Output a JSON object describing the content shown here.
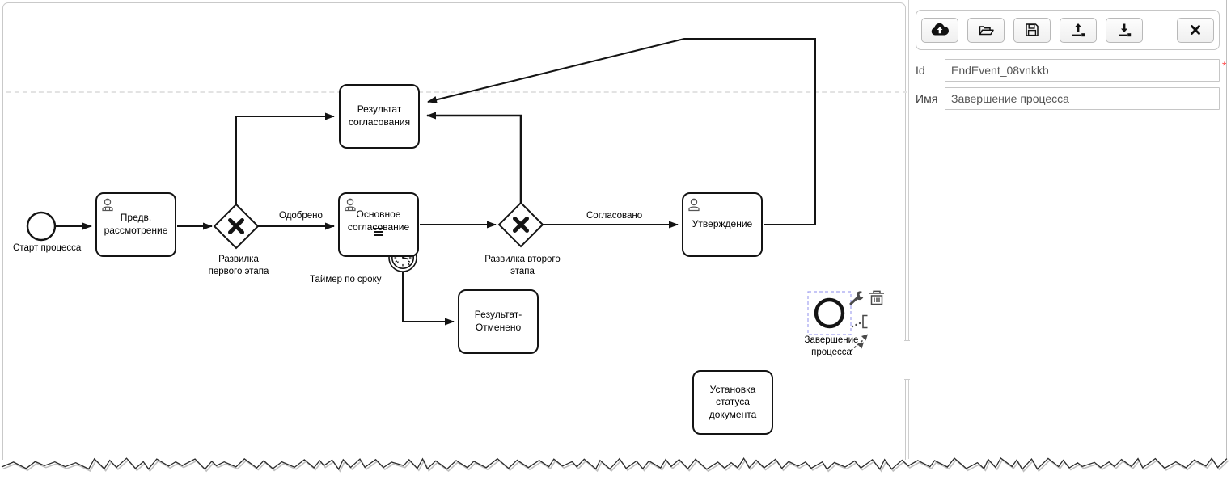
{
  "panel": {
    "toolbar": {
      "buttons": [
        {
          "icon": "cloud-upload-icon"
        },
        {
          "icon": "folder-open-icon"
        },
        {
          "icon": "save-icon"
        },
        {
          "icon": "upload-icon"
        },
        {
          "icon": "download-icon"
        }
      ],
      "close": {
        "icon": "close-icon"
      }
    },
    "fields": {
      "id": {
        "label": "Id",
        "value": "EndEvent_08vnkkb",
        "required_marker": "*"
      },
      "name": {
        "label": "Имя",
        "value": "Завершение процесса"
      }
    }
  },
  "diagram": {
    "start_event": {
      "label": "Старт процесса"
    },
    "tasks": {
      "prelim": {
        "label": "Предв.\nрассмотрение",
        "icon": "user-icon"
      },
      "main": {
        "label": "Основное\nсогласование",
        "icon": "user-icon",
        "marker": "sequential-marker"
      },
      "result": {
        "label": "Результат\nсогласования"
      },
      "approve": {
        "label": "Утверждение",
        "icon": "user-icon"
      },
      "cancel": {
        "label": "Результат-\nОтменено"
      },
      "status": {
        "label": "Установка\nстатуса\nдокумента"
      }
    },
    "gateways": {
      "first": {
        "label": "Развилка\nпервого этапа"
      },
      "second": {
        "label": "Развилка второго\nэтапа"
      }
    },
    "flow_labels": {
      "approved": "Одобрено",
      "agreed": "Согласовано"
    },
    "timer": {
      "label": "Таймер по сроку",
      "icon": "timer-icon"
    },
    "end_event": {
      "label": "Завершение\nпроцесса"
    },
    "context_pad": {
      "icons": [
        "wrench-icon",
        "trash-icon",
        "text-annotation-icon",
        "connect-arrow-icon"
      ]
    }
  },
  "colors": {
    "selection": "#a3a3f0",
    "required": "#ff4d4f",
    "chevron": "#4a7ba6",
    "stroke": "#141414"
  }
}
